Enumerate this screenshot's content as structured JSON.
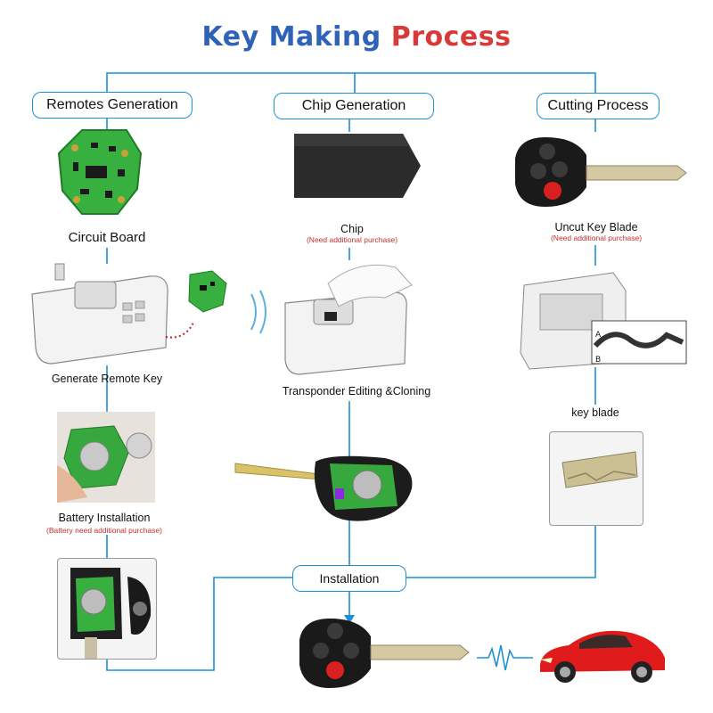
{
  "title": {
    "part_a": "Key Making",
    "part_b": " Process"
  },
  "columns": {
    "remotes": {
      "header": "Remotes Generation",
      "step1": "Circuit Board",
      "step2": "Generate Remote Key",
      "step3": "Battery Installation",
      "step3_note": "(Battery need additional purchase)"
    },
    "chip": {
      "header": "Chip Generation",
      "step1": "Chip",
      "step1_note": "(Need additional purchase)",
      "step2": "Transponder Editing &Cloning"
    },
    "cutting": {
      "header": "Cutting Process",
      "step1": "Uncut Key  Blade",
      "step1_note": "(Need additional purchase)",
      "step2": "key blade",
      "profile_marks": [
        "A",
        "B"
      ]
    }
  },
  "installation": {
    "label": "Installation"
  },
  "colors": {
    "connector": "#1f90d6",
    "pcb": "#2fae3a",
    "key_body": "#1a1a1a",
    "red_button": "#d92020",
    "car": "#e01b1b"
  }
}
